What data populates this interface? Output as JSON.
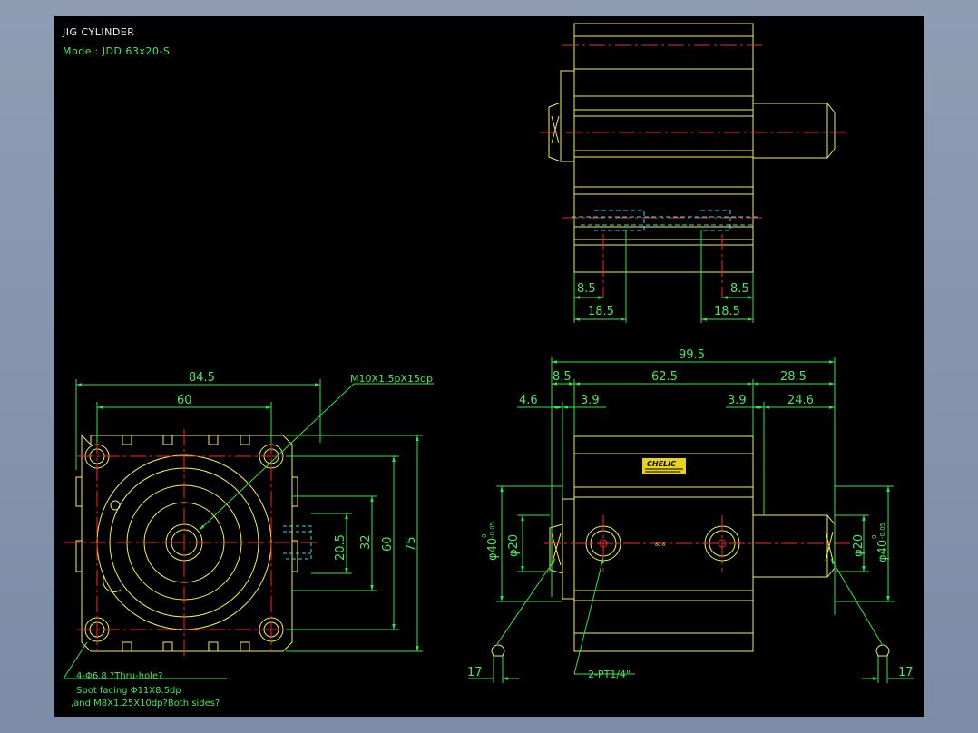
{
  "title": {
    "line1": "JIG  CYLINDER",
    "line2": "Model:  JDD 63x20-S"
  },
  "colors": {
    "background": "#000000",
    "outline": "#f2f24a",
    "centerline": "#ff2424",
    "dimension": "#2ee84a",
    "hidden": "#33d6ff",
    "text": "#46e85c"
  },
  "top_view": {
    "dims": {
      "d1": "8.5",
      "d2": "8.5",
      "d3": "18.5",
      "d4": "18.5"
    }
  },
  "left_view": {
    "dims": {
      "w_outer": "84.5",
      "w_inner": "60",
      "h_20_5": "20.5",
      "h_32": "32",
      "h_60": "60",
      "h_75": "75"
    },
    "callout_thread": "M10X1.5pX15dp",
    "note1": "4-Φ6.8  ?Thru-hole?",
    "note2": "Spot  facing  Φ11X8.5dp",
    "note3": ",and  M8X1.25X10dp?Both  sides?"
  },
  "front_view": {
    "dims": {
      "total": "99.5",
      "a": "8.5",
      "b": "62.5",
      "c": "28.5",
      "d": "4.6",
      "e": "3.9",
      "f": "3.9",
      "g": "24.6",
      "dia40_left": "φ40",
      "dia20_left": "φ20",
      "dia20_right": "φ20",
      "dia40_right": "φ40",
      "tol_upper": "0",
      "tol_lower": "-0.05",
      "w17_left": "17",
      "w17_right": "17"
    },
    "port_note": "2-PT1/4\"",
    "brand": "CHELIC",
    "center_mark": "80.6"
  }
}
